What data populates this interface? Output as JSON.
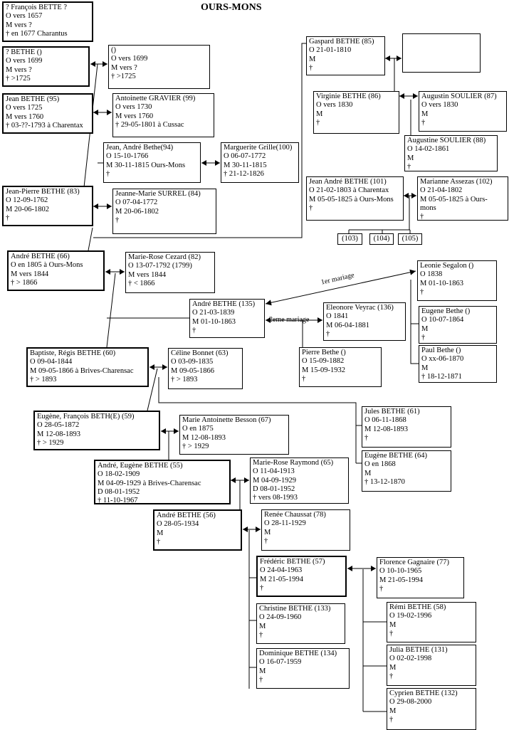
{
  "title": "OURS-MONS",
  "boxes": {
    "francois": [
      "? François BETTE ?",
      "O vers 1657",
      "M vers ?",
      "† en 1677 Charantus"
    ],
    "bethe_q": [
      "? BETHE ()",
      "O vers 1699",
      "M vers ?",
      "† >1725"
    ],
    "spouse_q": [
      "()",
      "O vers 1699",
      "M vers ?",
      "† >1725"
    ],
    "jean95": [
      "Jean BETHE (95)",
      "O vers 1725",
      "M vers 1760",
      "† 03-??-1793 à Charentax"
    ],
    "antoinette99": [
      "Antoinette GRAVIER (99)",
      "O vers 1730",
      "M vers 1760",
      "† 29-05-1801 à Cussac"
    ],
    "jeanandre94": [
      "Jean, André Bethe(94)",
      "O 15-10-1766",
      "M 30-11-1815 Ours-Mons",
      "†"
    ],
    "marguerite100": [
      "Marguerite Grille(100)",
      "O 06-07-1772",
      "M 30-11-1815",
      "† 21-12-1826"
    ],
    "jeanpierre83": [
      "Jean-Pierre BETHE (83)",
      "O 12-09-1762",
      "M 20-06-1802",
      "†"
    ],
    "jeannemarie84": [
      "Jeanne-Marie SURREL (84)",
      "O 07-04-1772",
      "M 20-06-1802",
      "†"
    ],
    "andre66": [
      "André BETHE (66)",
      "O en 1805 à Ours-Mons",
      "M vers 1844",
      "† > 1866"
    ],
    "marierose82": [
      "Marie-Rose Cezard (82)",
      "O 13-07-1792 (1799)",
      "M vers 1844",
      "† < 1866"
    ],
    "gaspard85": [
      "Gaspard BETHE (85)",
      "O 21-01-1810",
      "M",
      "†"
    ],
    "empty": [],
    "virginie86": [
      "Virginie BETHE (86)",
      "O vers 1830",
      "M",
      "†"
    ],
    "augustin87": [
      "Augustin SOULIER (87)",
      "O vers 1830",
      "M",
      "†"
    ],
    "augustin88": [
      "Augustine SOULIER (88)",
      "O 14-02-1861",
      "M",
      "†"
    ],
    "jeanandre101": [
      "Jean André BETHE (101)",
      "O 21-02-1803 à Charentax",
      "M 05-05-1825 à Ours-Mons",
      "†"
    ],
    "marianne102": [
      "Marianne Assezas (102)",
      "O 21-04-1802",
      "M 05-05-1825 à Ours-",
      "mons",
      "†"
    ],
    "leonie": [
      "Leonie Segalon ()",
      "O 1838",
      "M 01-10-1863",
      "†"
    ],
    "andre135": [
      "André BETHE (135)",
      "O 21-03-1839",
      "M 01-10-1863",
      "†"
    ],
    "eleonore136": [
      "Eleonore Veyrac (136)",
      "O 1841",
      "M 06-04-1881",
      "†"
    ],
    "eugene_b": [
      "Eugene Bethe ()",
      "O 10-07-1864",
      "M",
      "†"
    ],
    "paul": [
      "Paul Bethe ()",
      "O xx-06-1870",
      "M",
      "† 18-12-1871"
    ],
    "pierre": [
      "Pierre Bethe ()",
      "O 15-09-1882",
      "M 15-09-1932",
      "†"
    ],
    "baptiste60": [
      "Baptiste, Régis  BETHE (60)",
      "O 09-04-1844",
      "M 09-05-1866 à Brives-Charensac",
      "† > 1893"
    ],
    "celine63": [
      "Céline Bonnet (63)",
      "O 03-09-1835",
      "M 09-05-1866",
      "† > 1893"
    ],
    "eugene59": [
      "Eugène, François BETH(E) (59)",
      "O 28-05-1872",
      "M 12-08-1893",
      "† > 1929"
    ],
    "marieantoinette67": [
      "Marie Antoinette Besson (67)",
      "O en 1875",
      "M 12-08-1893",
      "† > 1929"
    ],
    "jules61": [
      "Jules BETHE (61)",
      "O 06-11-1868",
      "M 12-08-1893",
      "†"
    ],
    "eugene64": [
      "Eugène BETHE (64)",
      "O en 1868",
      "M",
      "† 13-12-1870"
    ],
    "andre55": [
      "André, Eugène BETHE (55)",
      "O 18-02-1909",
      "M 04-09-1929  à Brives-Charensac",
      "D 08-01-1952",
      "† 11-10-1967"
    ],
    "marierose65": [
      "Marie-Rose Raymond (65)",
      "O 11-04-1913",
      "M 04-09-1929",
      "D 08-01-1952",
      "† vers 08-1993"
    ],
    "andre56": [
      "André BETHE (56)",
      "O 28-05-1934",
      "M",
      "†"
    ],
    "renee78": [
      "Renée Chaussat (78)",
      "O 28-11-1929",
      "M",
      "†"
    ],
    "frederic57": [
      "Frédéric BETHE (57)",
      "O 24-04-1963",
      "M 21-05-1994",
      "†"
    ],
    "florence77": [
      "Florence Gagnaire (77)",
      "O 10-10-1965",
      "M 21-05-1994",
      "†"
    ],
    "christine133": [
      "Christine BETHE (133)",
      "O 24-09-1960",
      "M",
      "†"
    ],
    "dominique134": [
      "Dominique BETHE (134)",
      "O 16-07-1959",
      "M",
      "†"
    ],
    "remi58": [
      "Rémi BETHE (58)",
      "O 19-02-1996",
      "M",
      "†"
    ],
    "julia131": [
      "Julia BETHE (131)",
      "O 02-02-1998",
      "M",
      "†"
    ],
    "cyprien132": [
      "Cyprien BETHE (132)",
      "O 29-08-2000",
      "M",
      "†"
    ]
  },
  "small_boxes": {
    "n103": "(103)",
    "n104": "(104)",
    "n105": "(105)"
  },
  "labels": {
    "first_marriage": "1er mariage",
    "second_marriage": "2eme mariage"
  },
  "colors": {
    "line": "#000000",
    "background": "#ffffff"
  }
}
